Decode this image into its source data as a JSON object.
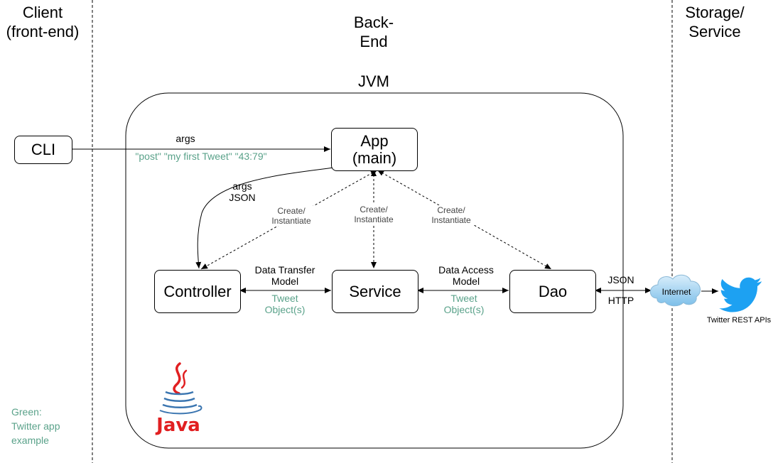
{
  "lanes": {
    "client": "Client\n(front-end)",
    "backend": "Back-\nEnd",
    "storage": "Storage/\nService"
  },
  "jvm_label": "JVM",
  "nodes": {
    "cli": "CLI",
    "app": "App\n(main)",
    "controller": "Controller",
    "service": "Service",
    "dao": "Dao",
    "internet": "Internet"
  },
  "edge_labels": {
    "cli_args": "args",
    "cli_example": "\"post\" \"my first Tweet\" \"43:79\"",
    "app_controller": "args\nJSON",
    "create_controller": "Create/\nInstantiate",
    "create_service": "Create/\nInstantiate",
    "create_dao": "Create/\nInstantiate",
    "dto_model": "Data Transfer\nModel",
    "dto_example": "Tweet\nObject(s)",
    "dao_model": "Data Access\nModel",
    "dao_example": "Tweet\nObject(s)",
    "json": "JSON",
    "http": "HTTP"
  },
  "twitter_label": "Twitter REST APIs",
  "java_logo_text": "Java",
  "legend": "Green:\n  Twitter app\n  example",
  "colors": {
    "green": "#5aa28a",
    "java_red": "#e11f21",
    "java_blue": "#3a75b0",
    "twitter_blue": "#1da1f2",
    "cloud_blue": "#8ec8ee"
  },
  "icons": [
    "java-logo-icon",
    "twitter-bird-icon",
    "internet-cloud-icon"
  ]
}
